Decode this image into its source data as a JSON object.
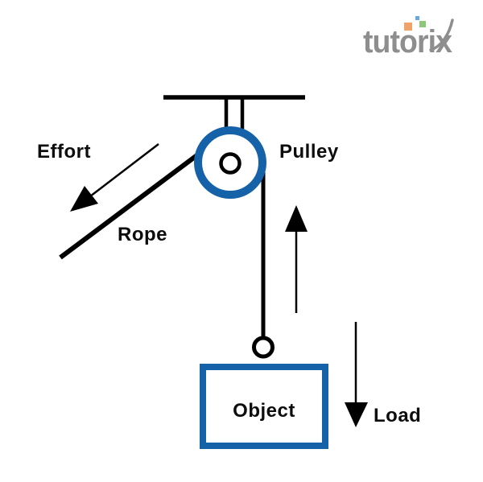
{
  "brand": {
    "name": "tutorix",
    "text_color": "#8e8e8e",
    "squares": {
      "orange": "#f0a269",
      "blue": "#66a9e0",
      "green": "#8bc979"
    }
  },
  "diagram": {
    "labels": {
      "effort": "Effort",
      "pulley": "Pulley",
      "rope": "Rope",
      "object": "Object",
      "load": "Load"
    },
    "colors": {
      "pulley_blue": "#1562a8",
      "ink": "#000000"
    }
  }
}
